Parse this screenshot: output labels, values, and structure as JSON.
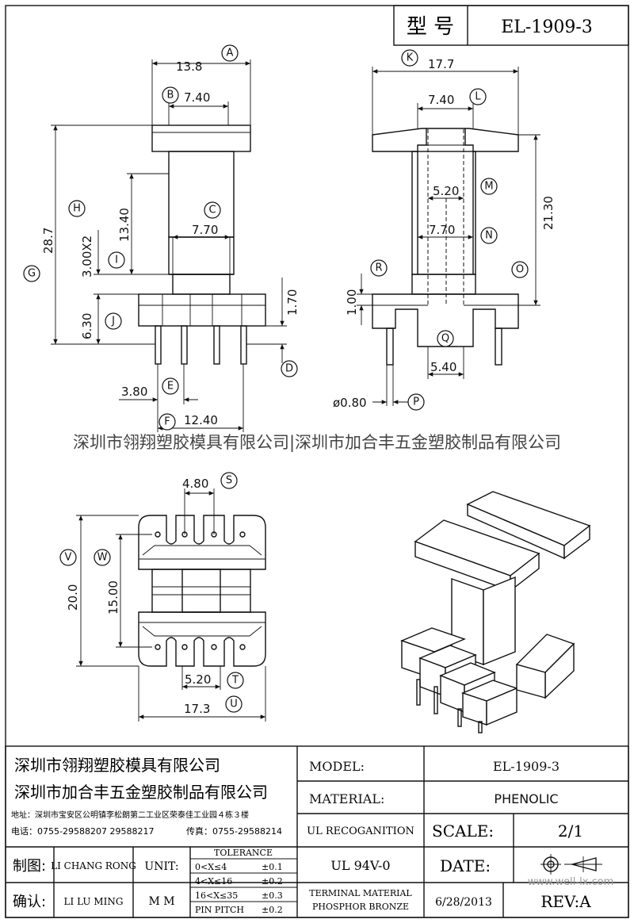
{
  "header": {
    "model_label": "型 号",
    "model_value": "EL-1909-3"
  },
  "watermark": {
    "text": "深圳市翎翔塑胶模具有限公司|深圳市加合丰五金塑胶制品有限公司",
    "site": "www.well-lx.com"
  },
  "dimensions": {
    "A": "13.8",
    "B": "7.40",
    "C": "7.70",
    "H": "13.40",
    "I": "3.00X2",
    "G": "28.7",
    "J": "6.30",
    "pin_h": "1.70",
    "E": "3.80",
    "F": "12.40",
    "K": "17.7",
    "L": "7.40",
    "M": "5.20",
    "N": "7.70",
    "O": "21.30",
    "R": "1.00",
    "Q": "5.40",
    "P": "ø0.80",
    "S": "4.80",
    "V": "20.0",
    "W": "15.00",
    "T": "5.20",
    "U": "17.3"
  },
  "callouts": [
    "A",
    "B",
    "C",
    "D",
    "E",
    "F",
    "G",
    "H",
    "I",
    "J",
    "K",
    "L",
    "M",
    "N",
    "O",
    "P",
    "Q",
    "R",
    "S",
    "T",
    "U",
    "V",
    "W"
  ],
  "title_block": {
    "company1": "深圳市翎翔塑胶模具有限公司",
    "company2": "深圳市加合丰五金塑胶制品有限公司",
    "address": "地址：深圳市宝安区公明镇李松朗第二工业区荣泰佳工业园４栋３楼",
    "phone": "电话：0755-29588207  29588217",
    "fax": "传真：0755-29588214",
    "model_label": "MODEL:",
    "model_value": "EL-1909-3",
    "material_label": "MATERIAL:",
    "material_value": "PHENOLIC",
    "ul_label": "UL RECOGANITION",
    "ul_value": "UL 94V-0",
    "scale_label": "SCALE:",
    "scale_value": "2/1",
    "date_label": "DATE:",
    "date_value": "6/28/2013",
    "rev_label": "REV:A",
    "terminal1": "TERMINAL MATERIAL",
    "terminal2": "PHOSPHOR  BRONZE",
    "drawn_label": "制图:",
    "drawn_value": "LI CHANG RONG",
    "check_label": "确认:",
    "check_value": "LI LU MING",
    "unit_label": "UNIT:",
    "unit_value": "M M",
    "tol_title": "TOLERANCE",
    "tol": [
      {
        "range": "0<X≤4",
        "val": "±0.1"
      },
      {
        "range": "4<X≤16",
        "val": "±0.2"
      },
      {
        "range": "16<X≤35",
        "val": "±0.3"
      },
      {
        "range": "PIN PITCH",
        "val": "±0.2"
      }
    ]
  }
}
